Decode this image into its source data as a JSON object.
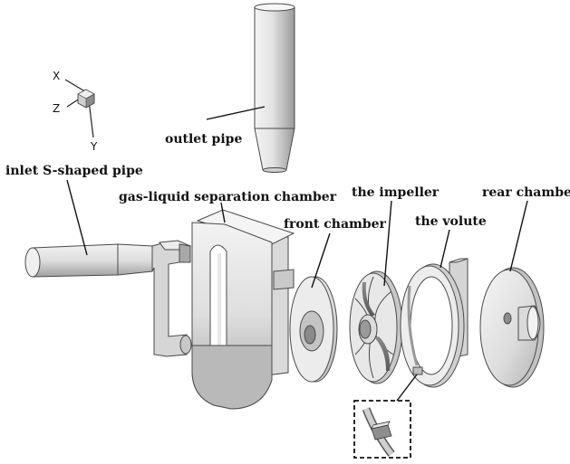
{
  "labels": {
    "outlet_pipe": "outlet pipe",
    "inlet_pipe": "inlet S-shaped pipe",
    "separation_chamber": "gas-liquid separation chamber",
    "front_chamber": "front chamber",
    "impeller": "the impeller",
    "volute": "the volute",
    "rear_chamber": "rear chamber"
  },
  "axes": {
    "x": "X",
    "y": "Y",
    "z": "Z"
  }
}
